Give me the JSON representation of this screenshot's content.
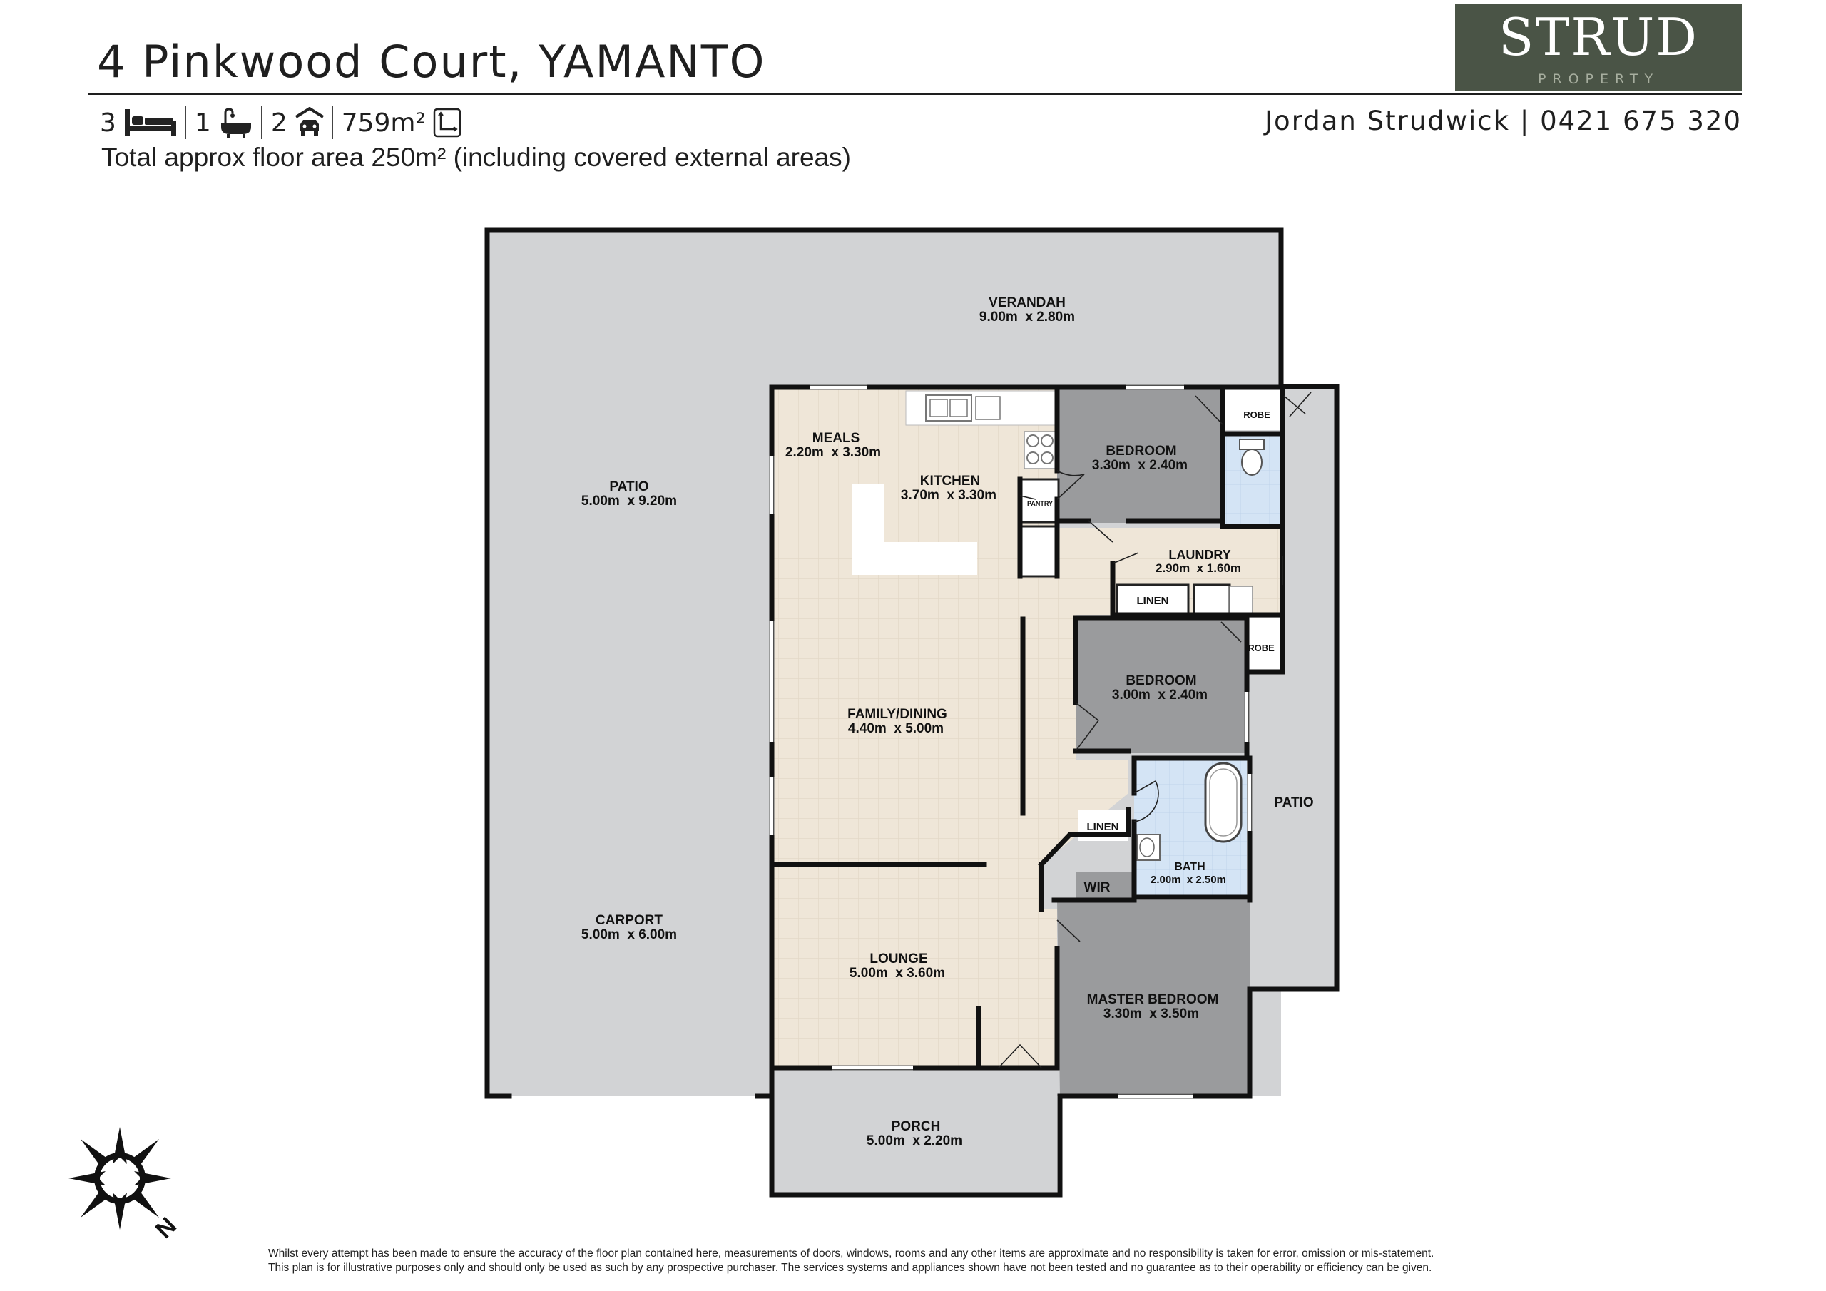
{
  "header": {
    "address": "4 Pinkwood Court, YAMANTO",
    "bedrooms": "3",
    "bathrooms": "1",
    "car_spaces": "2",
    "land_area": "759m²",
    "floor_area_text": "Total approx floor area 250m² (including covered external areas)",
    "agent": "Jordan Strudwick | 0421 675 320"
  },
  "logo": {
    "name": "STRUD",
    "tagline": "PROPERTY",
    "color": "#4a5446"
  },
  "icons": [
    "bed-icon",
    "bath-icon",
    "car-icon",
    "land-area-icon",
    "compass-rose-icon"
  ],
  "rooms": {
    "verandah": {
      "name": "VERANDAH",
      "size": "9.00m  x 2.80m"
    },
    "patio_west": {
      "name": "PATIO",
      "size": "5.00m  x 9.20m"
    },
    "carport": {
      "name": "CARPORT",
      "size": "5.00m  x 6.00m"
    },
    "meals": {
      "name": "MEALS",
      "size": "2.20m  x 3.30m"
    },
    "kitchen": {
      "name": "KITCHEN",
      "size": "3.70m  x 3.30m"
    },
    "pantry": {
      "name": "PANTRY"
    },
    "bedroom_1": {
      "name": "BEDROOM",
      "size": "3.30m  x 2.40m"
    },
    "robe_1": {
      "name": "ROBE"
    },
    "laundry": {
      "name": "LAUNDRY",
      "size": "2.90m  x 1.60m"
    },
    "linen_1": {
      "name": "LINEN"
    },
    "bedroom_2": {
      "name": "BEDROOM",
      "size": "3.00m  x 2.40m"
    },
    "robe_2": {
      "name": "ROBE"
    },
    "family_dining": {
      "name": "FAMILY/DINING",
      "size": "4.40m  x 5.00m"
    },
    "linen_2": {
      "name": "LINEN"
    },
    "bath": {
      "name": "BATH",
      "size": "2.00m  x 2.50m"
    },
    "patio_east": {
      "name": "PATIO"
    },
    "wir": {
      "name": "WIR"
    },
    "lounge": {
      "name": "LOUNGE",
      "size": "5.00m  x 3.60m"
    },
    "master_bedroom": {
      "name": "MASTER BEDROOM",
      "size": "3.30m  x 3.50m"
    },
    "porch": {
      "name": "PORCH",
      "size": "5.00m  x 2.20m"
    }
  },
  "compass": {
    "label": "N"
  },
  "colors": {
    "outdoor": "#d2d3d5",
    "living_floor": "#efe6d8",
    "bedroom": "#9a9b9d",
    "wet_area": "#cfe0f3",
    "wall": "#111111"
  },
  "disclaimer": [
    "Whilst every attempt has been made to ensure the accuracy of the floor plan contained here, measurements of doors, windows, rooms and any other items are approximate and no responsibility is taken for error, omission or mis-statement.",
    "This plan is for illustrative purposes only and should only be used as such by any prospective purchaser. The services systems and appliances shown have not been tested and no guarantee as to their operability or efficiency can be given."
  ]
}
